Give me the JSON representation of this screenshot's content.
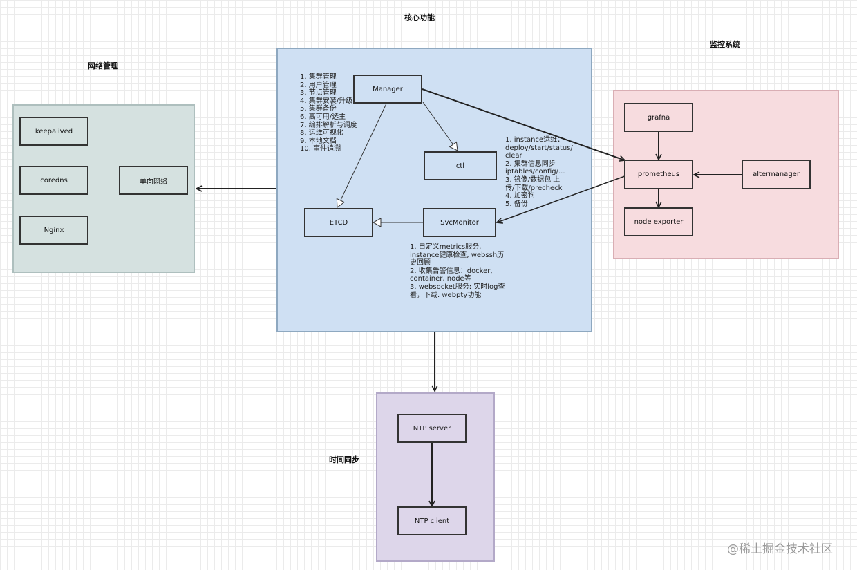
{
  "groups": {
    "network": {
      "title": "网络管理",
      "fill": "#d5e1e0",
      "border": "#aebfbe"
    },
    "core": {
      "title": "核心功能",
      "fill": "#cfe0f3",
      "border": "#8ea8c0"
    },
    "monitor": {
      "title": "监控系统",
      "fill": "#f7dcdf",
      "border": "#d9aeb4"
    },
    "time": {
      "title": "时间同步",
      "fill": "#ddd6ea",
      "border": "#b3a9c8"
    }
  },
  "nodes": {
    "keepalived": "keepalived",
    "coredns": "coredns",
    "nginx": "Nginx",
    "oneway_network": "单向网络",
    "manager": "Manager",
    "ctl": "ctl",
    "etcd": "ETCD",
    "svcmonitor": "SvcMonitor",
    "grafna": "grafna",
    "prometheus": "prometheus",
    "altermanager": "altermanager",
    "node_exporter": "node exporter",
    "ntp_server": "NTP server",
    "ntp_client": "NTP client"
  },
  "notes": {
    "manager_features": [
      "1. 集群管理",
      "2. 用户管理",
      "3. 节点管理",
      "4. 集群安装/升级",
      "5. 集群备份",
      "6. 高可用/选主",
      "7. 编排解析与调度",
      "8. 运维可视化",
      "9. 本地文档",
      "10. 事件追溯"
    ],
    "ctl_features": [
      "1. instance运维：",
      "deploy/start/status/",
      "clear",
      "2. 集群信息同步",
      "iptables/config/...",
      "3. 镜像/数据包 上",
      "传/下载/precheck",
      "4. 加密狗",
      "5. 备份"
    ],
    "svcmonitor_features": [
      "1. 自定义metrics服务,",
      "instance健康检查, webssh历",
      "史回顾",
      "2. 收集告警信息：docker,",
      "container, node等",
      "3. websocket服务: 实时log查",
      "看，下载. webpty功能"
    ]
  },
  "watermark": "@稀土掘金技术社区",
  "colors": {
    "box_fill": "#f7dcdf",
    "net_box_fill": "#d5e1e0",
    "core_box_fill": "#cfe0f3",
    "time_box_fill": "#ddd6ea",
    "edge": "#222222"
  }
}
